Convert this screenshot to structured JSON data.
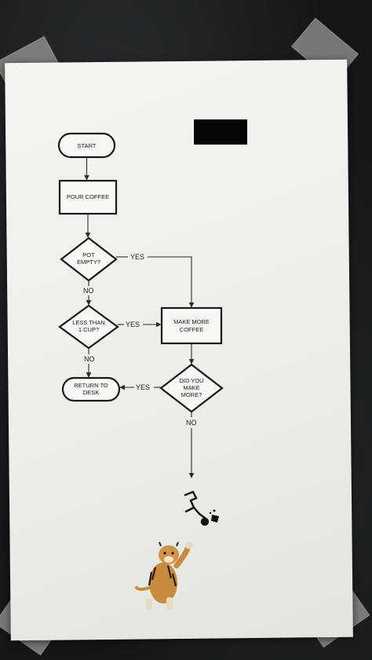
{
  "nodes": {
    "start": "START",
    "pour_coffee": "POUR COFFEE",
    "pot_empty_1": "POT",
    "pot_empty_2": "EMPTY?",
    "less_than_1": "LESS THAN",
    "less_than_2": "1 CUP?",
    "make_more_1": "MAKE MORE",
    "make_more_2": "COFFEE",
    "did_you_1": "DID YOU",
    "did_you_2": "MAKE",
    "did_you_3": "MORE?",
    "return_1": "RETURN TO",
    "return_2": "DESK"
  },
  "edges": {
    "pot_empty_yes": "YES",
    "pot_empty_no": "NO",
    "less_than_yes": "YES",
    "less_than_no": "NO",
    "did_you_yes": "YES",
    "did_you_no": "NO"
  },
  "colors": {
    "paper": "#f0f1ed",
    "ink": "#1a1a1a",
    "background": "#151718",
    "redaction": "#060606",
    "tiger": "#c98a3e"
  },
  "decorations": {
    "figure": "falling-stick-figure-icon",
    "cup": "spilled-coffee-cup-icon",
    "tiger": "tiger-icon"
  }
}
